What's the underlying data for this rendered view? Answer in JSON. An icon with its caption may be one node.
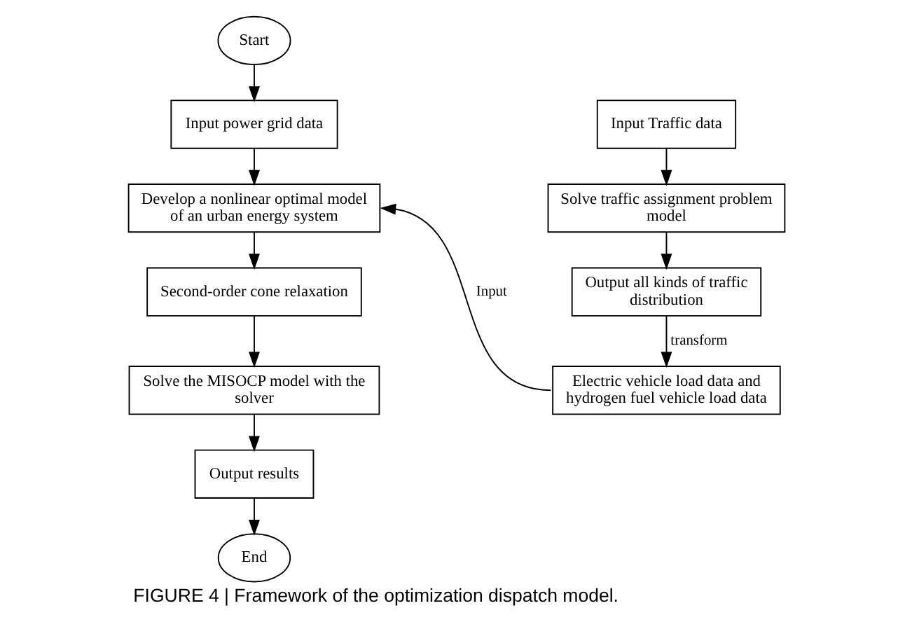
{
  "diagram": {
    "caption": "FIGURE 4 | Framework of the optimization dispatch model.",
    "nodes": [
      {
        "text": [
          "Start"
        ]
      },
      {
        "text": [
          "Input power grid data"
        ]
      },
      {
        "text": [
          "Develop a nonlinear optimal model of an urban energy system"
        ]
      },
      {
        "text": [
          "Second-order cone relaxation"
        ]
      },
      {
        "text": [
          "Solve the MISOCP model with the solver"
        ]
      },
      {
        "text": [
          "Output results"
        ]
      },
      {
        "text": [
          "End"
        ]
      },
      {
        "text": [
          "Input Traffic data"
        ]
      },
      {
        "text": [
          "Solve traffic assignment problem model"
        ]
      },
      {
        "text": [
          "Output all kinds of traffic distribution"
        ]
      },
      {
        "text": [
          "Electric vehicle load data and hydrogen fuel vehicle load data"
        ]
      }
    ],
    "edges": [
      {
        "from": 0,
        "to": 1,
        "arrow": "to"
      },
      {
        "from": 1,
        "to": 2,
        "arrow": "to"
      },
      {
        "from": 2,
        "to": 3,
        "arrow": "to"
      },
      {
        "from": 3,
        "to": 4,
        "arrow": "to"
      },
      {
        "from": 4,
        "to": 5,
        "arrow": "to"
      },
      {
        "from": 5,
        "to": 6,
        "arrow": "to"
      },
      {
        "from": 7,
        "to": 8,
        "arrow": "to"
      },
      {
        "from": 8,
        "to": 9,
        "arrow": "to"
      },
      {
        "from": 9,
        "to": 10,
        "label": "transform",
        "arrow": "to"
      },
      {
        "from": 10,
        "to": 2,
        "label": "Input",
        "arrow": "to"
      }
    ]
  }
}
